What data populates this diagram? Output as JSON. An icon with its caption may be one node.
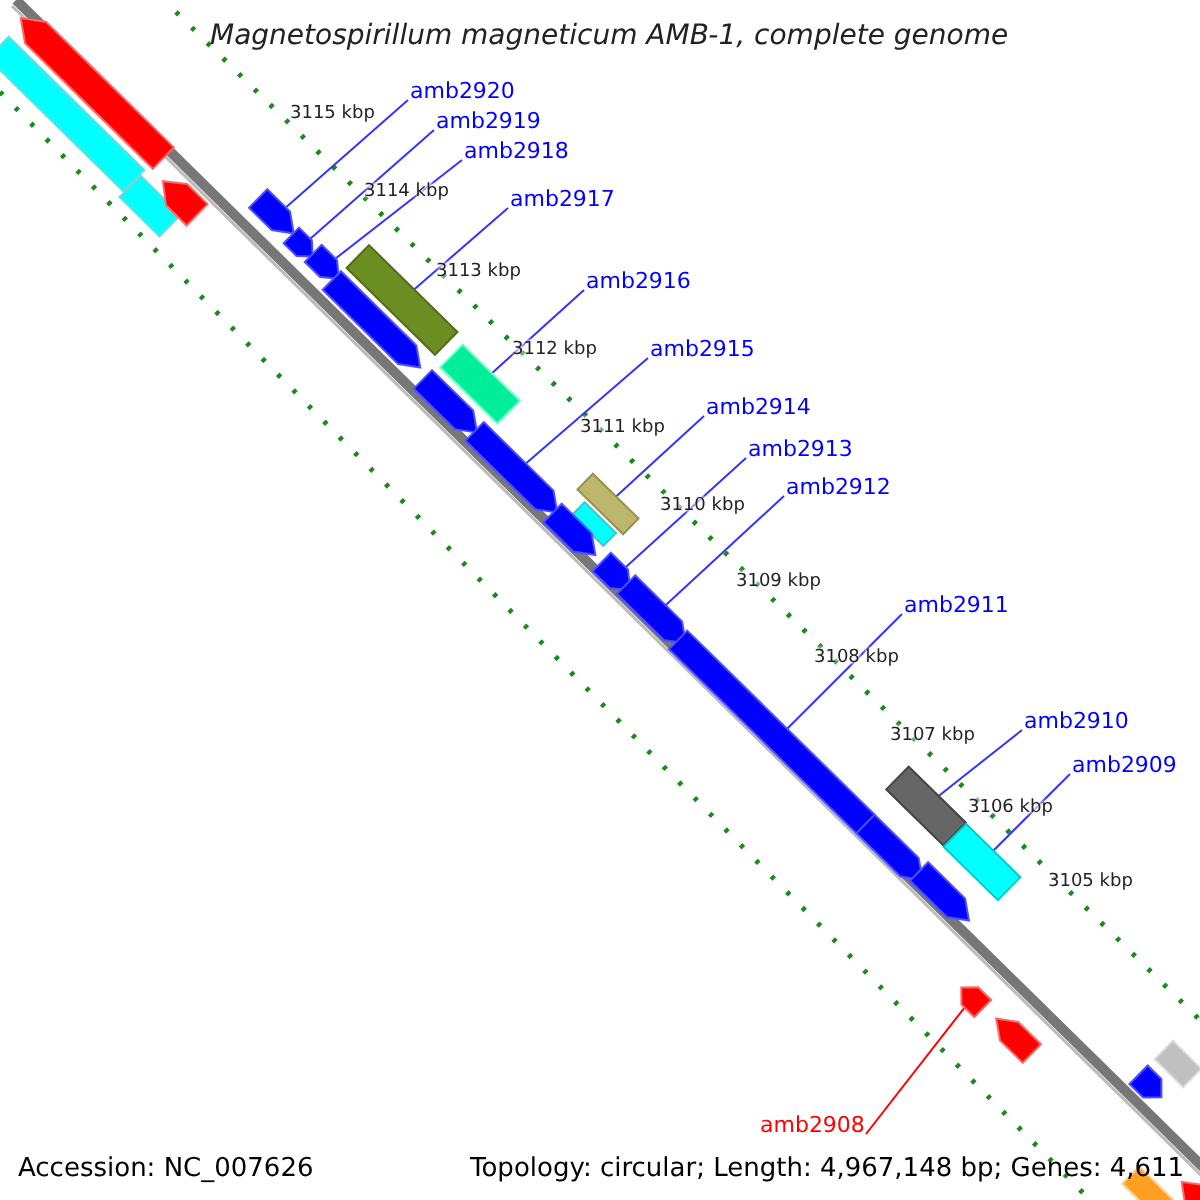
{
  "diagram": {
    "title": "Magnetospirillum magneticum AMB-1, complete genome",
    "nodes": [
      {
        "text": [
          "amb2920"
        ]
      },
      {
        "text": [
          "amb2919"
        ]
      },
      {
        "text": [
          "amb2918"
        ]
      },
      {
        "text": [
          "amb2917"
        ]
      },
      {
        "text": [
          "amb2916"
        ]
      },
      {
        "text": [
          "amb2915"
        ]
      },
      {
        "text": [
          "amb2914"
        ]
      },
      {
        "text": [
          "amb2913"
        ]
      },
      {
        "text": [
          "amb2912"
        ]
      },
      {
        "text": [
          "amb2911"
        ]
      },
      {
        "text": [
          "amb2910"
        ]
      },
      {
        "text": [
          "amb2909"
        ]
      },
      {
        "text": [
          "amb2908"
        ]
      },
      {
        "text": [],
        "shape": "arrow"
      },
      {
        "text": [],
        "shape": "box"
      },
      {
        "text": [],
        "shape": "box"
      },
      {
        "text": [],
        "shape": "arrow"
      },
      {
        "text": [],
        "shape": "arrow"
      },
      {
        "text": [],
        "shape": "arrow"
      },
      {
        "text": [],
        "shape": "arrow"
      },
      {
        "text": [],
        "shape": "box"
      },
      {
        "text": [],
        "shape": "arrow"
      },
      {
        "text": [],
        "shape": "arrow"
      },
      {
        "text": [],
        "shape": "box"
      },
      {
        "text": [],
        "shape": "arrow"
      },
      {
        "text": [],
        "shape": "box"
      },
      {
        "text": [],
        "shape": "box"
      },
      {
        "text": [],
        "shape": "arrow"
      },
      {
        "text": [],
        "shape": "arrow"
      },
      {
        "text": [],
        "shape": "arrow"
      },
      {
        "text": [],
        "shape": "arrow"
      },
      {
        "text": [],
        "shape": "box"
      },
      {
        "text": [],
        "shape": "arrow"
      },
      {
        "text": [],
        "shape": "box"
      },
      {
        "text": [],
        "shape": "arrow"
      },
      {
        "text": [],
        "shape": "arrow"
      },
      {
        "text": [],
        "shape": "arrow"
      },
      {
        "text": [],
        "shape": "box"
      },
      {
        "text": [],
        "shape": "arrow"
      },
      {
        "text": [],
        "shape": "box"
      },
      {
        "text": [],
        "shape": "arrow"
      }
    ],
    "edges": [
      {
        "from": 0,
        "to": 17,
        "arrow": "none"
      },
      {
        "from": 1,
        "to": 18,
        "arrow": "none"
      },
      {
        "from": 2,
        "to": 19,
        "arrow": "none"
      },
      {
        "from": 3,
        "to": 20,
        "arrow": "none"
      },
      {
        "from": 4,
        "to": 23,
        "arrow": "none"
      },
      {
        "from": 5,
        "to": 24,
        "arrow": "none"
      },
      {
        "from": 6,
        "to": 25,
        "arrow": "none"
      },
      {
        "from": 7,
        "to": 28,
        "arrow": "none"
      },
      {
        "from": 8,
        "to": 29,
        "arrow": "none"
      },
      {
        "from": 9,
        "to": 30,
        "arrow": "none"
      },
      {
        "from": 10,
        "to": 31,
        "arrow": "none"
      },
      {
        "from": 11,
        "to": 33,
        "arrow": "none"
      },
      {
        "from": 12,
        "to": 35,
        "arrow": "none",
        "color": "#ff0000"
      }
    ],
    "labels": [
      "3115 kbp",
      "3114 kbp",
      "3113 kbp",
      "3112 kbp",
      "3111 kbp",
      "3110 kbp",
      "3109 kbp",
      "3108 kbp",
      "3107 kbp",
      "3106 kbp",
      "3105 kbp",
      "Accession: NC_007626",
      "Topology: circular; Length: 4,967,148 bp; Genes: 4,611"
    ]
  }
}
